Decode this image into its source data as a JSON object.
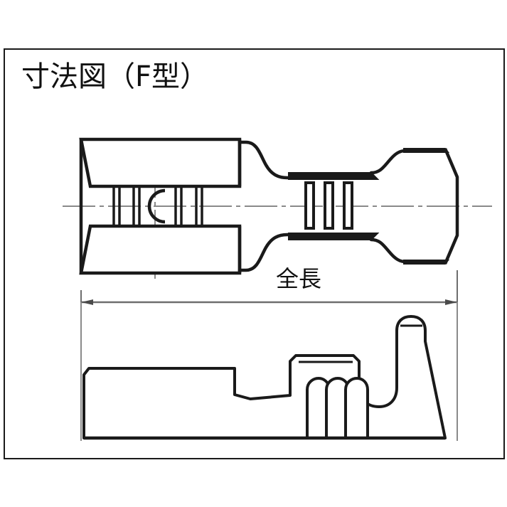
{
  "document": {
    "title": "寸法図（F型）",
    "title_romaji_meaning": "dimension-drawing-f-type"
  },
  "frame": {
    "border_color": "#1a1a1a",
    "background": "#ffffff"
  },
  "dimensions": {
    "overall_length_label": "全長"
  },
  "drawing": {
    "line_color": "#1a1a1a",
    "centerline_color": "#8a8a8a",
    "dimension_line_color": "#6e6e6e",
    "top_view": {
      "name": "plan-view-of-crimp-terminal",
      "features": [
        "wire-insulation-barrel",
        "wire-crimp-barrel",
        "wire-end-circle",
        "s-curve-transition",
        "receptacle-slots",
        "tab-flange-end"
      ],
      "crimp_line_count": 4,
      "receptacle_slot_count": 3
    },
    "side_view": {
      "name": "side-elevation-of-crimp-terminal",
      "features": [
        "barrel-body",
        "step-down",
        "slot-openings",
        "locking-dimple",
        "raised-tab-hook",
        "tapered-tip"
      ],
      "slot_count": 3
    }
  }
}
